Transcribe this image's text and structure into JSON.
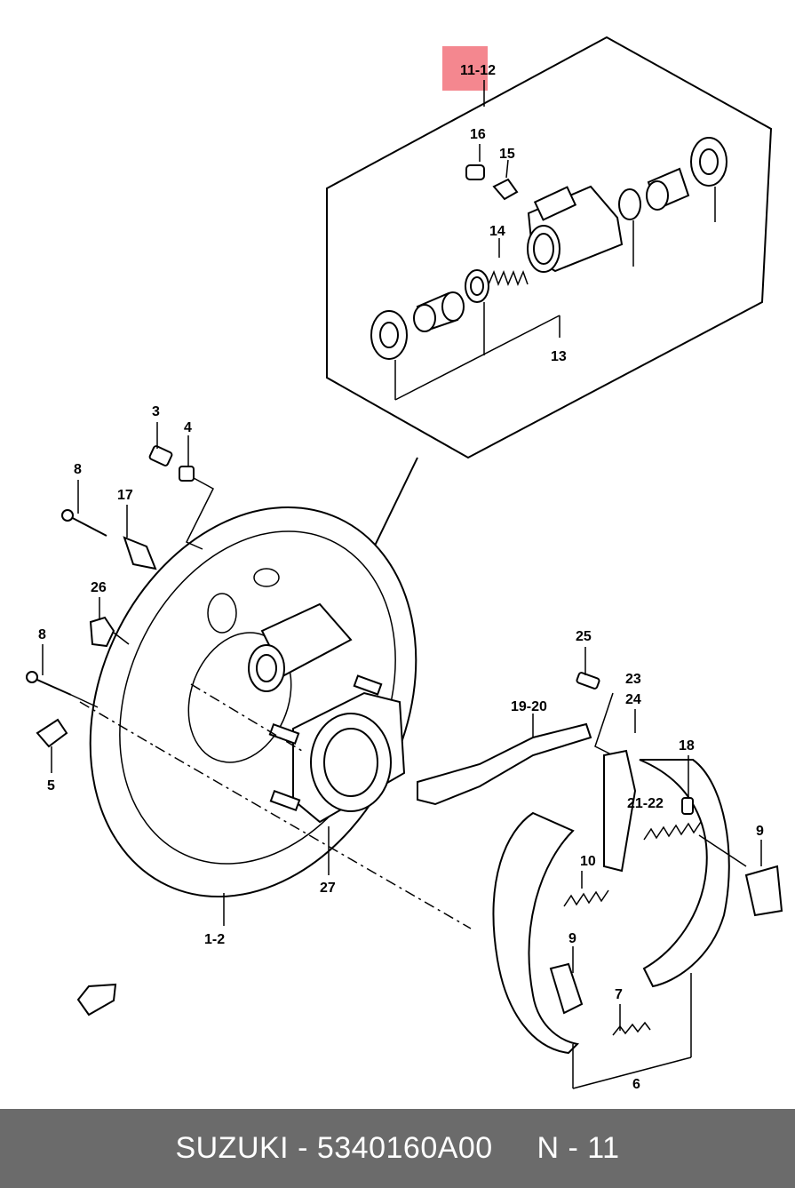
{
  "callouts": {
    "c11_12": "11-12",
    "c16": "16",
    "c15": "15",
    "c14": "14",
    "c13": "13",
    "c3": "3",
    "c4": "4",
    "c8a": "8",
    "c17": "17",
    "c26": "26",
    "c8b": "8",
    "c5": "5",
    "c25": "25",
    "c23": "23",
    "c24": "24",
    "c19_20": "19-20",
    "c18": "18",
    "c21_22": "21-22",
    "c9a": "9",
    "c10": "10",
    "c9b": "9",
    "c7": "7",
    "c6": "6",
    "c27": "27",
    "c1_2": "1-2"
  },
  "highlight_color": "#f4878f",
  "footer": {
    "brand": "SUZUKI",
    "sep": " - ",
    "part_number": "5340160A00",
    "gap": "     ",
    "ref": "N - 11"
  },
  "footer_bg": "#6b6b6b"
}
